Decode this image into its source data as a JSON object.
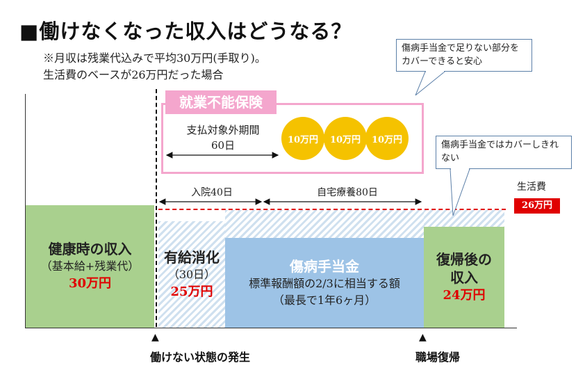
{
  "title": "■働けなくなった収入はどうなる？",
  "notes": [
    "※月収は残業代込みで平均30万円(手取り)。",
    "生活費のベースが26万円だった場合"
  ],
  "callouts": {
    "top": "傷病手当金で足りない部分をカバーできると安心",
    "right": "傷病手当金ではカバーしきれない"
  },
  "insurance": {
    "label": "就業不能保険",
    "period_line1": "支払対象外期間",
    "period_line2": "60日",
    "coins": [
      "10万円",
      "10万円",
      "10万円"
    ]
  },
  "segments": {
    "hospital": "入院40日",
    "home": "自宅療養80日"
  },
  "living_cost": {
    "label": "生活費",
    "value": "26万円"
  },
  "blocks": {
    "healthy": {
      "title": "健康時の収入",
      "sub": "（基本給+残業代）",
      "amount": "30万円"
    },
    "paid_leave": {
      "title": "有給消化",
      "sub": "（30日）",
      "amount": "25万円"
    },
    "sickness": {
      "title": "傷病手当金",
      "sub1": "標準報酬額の2/3に相当する額",
      "sub2": "（最長で1年6ヶ月）"
    },
    "after": {
      "title1": "復帰後の",
      "title2": "収入",
      "amount": "24万円"
    }
  },
  "events": {
    "start_marker": "▲",
    "start": "働けない状態の発生",
    "return_marker": "▲",
    "return": "職場復帰"
  },
  "colors": {
    "green": "#a9d08e",
    "blue": "#9dc3e6",
    "pink": "#f4a6cd",
    "coin": "#f5c200",
    "red": "#e00000",
    "callout_border": "#5b7fa8"
  }
}
